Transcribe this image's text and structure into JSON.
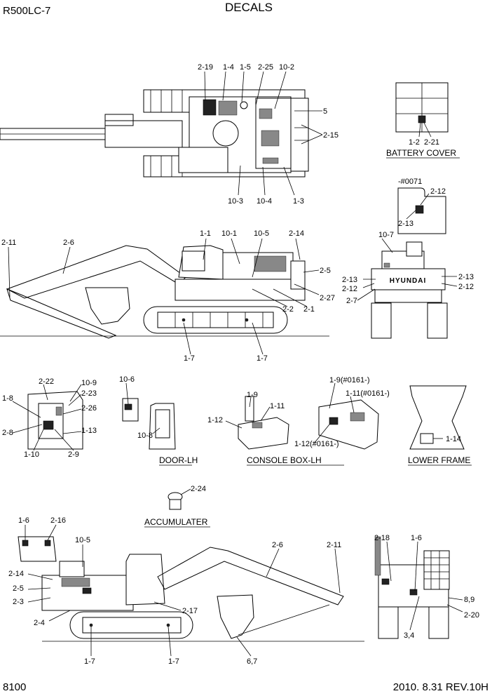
{
  "header": {
    "model": "R500LC-7",
    "title": "DECALS"
  },
  "footer": {
    "page": "8100",
    "revision": "2010. 8.31  REV.10H"
  },
  "top_view": {
    "labels": [
      "2-19",
      "1-4",
      "1-5",
      "2-25",
      "10-2",
      "5",
      "2-15",
      "10-3",
      "10-4",
      "1-3"
    ]
  },
  "battery_cover": {
    "caption": "BATTERY COVER",
    "labels": [
      "1-2",
      "2-21"
    ]
  },
  "serial_inset": {
    "serial": "-#0071",
    "labels": [
      "2-12",
      "2-13"
    ]
  },
  "side_view_lh": {
    "labels": [
      "2-11",
      "2-6",
      "1-1",
      "10-1",
      "10-5",
      "2-14",
      "2-5",
      "2-27",
      "2-2",
      "2-1",
      "1-7",
      "1-7"
    ]
  },
  "front_view": {
    "labels": [
      "10-7",
      "2-13",
      "2-12",
      "2-7",
      "2-13",
      "2-12"
    ],
    "brand": "HYUNDAI"
  },
  "cab_detail": {
    "labels": [
      "2-22",
      "10-9",
      "2-23",
      "1-8",
      "2-26",
      "2-8",
      "1-13",
      "1-10",
      "2-9"
    ]
  },
  "door_lh": {
    "caption": "DOOR-LH",
    "labels": [
      "10-6",
      "10-8"
    ]
  },
  "console_box_lh": {
    "caption": "CONSOLE BOX-LH",
    "labels": [
      "1-9",
      "1-11",
      "1-12",
      "1-9(#0161-)",
      "1-11(#0161-)",
      "1-12(#0161-)"
    ]
  },
  "lower_frame": {
    "caption": "LOWER FRAME",
    "labels": [
      "1-14"
    ]
  },
  "accumulater": {
    "caption": "ACCUMULATER",
    "labels": [
      "2-24"
    ]
  },
  "side_view_rh": {
    "labels": [
      "1-6",
      "2-16",
      "10-5",
      "2-14",
      "2-5",
      "2-3",
      "2-4",
      "2-6",
      "2-11",
      "2-17",
      "1-7",
      "1-7",
      "6,7"
    ]
  },
  "rear_view": {
    "labels": [
      "2-18",
      "1-6",
      "8,9",
      "2-20",
      "3,4"
    ]
  }
}
